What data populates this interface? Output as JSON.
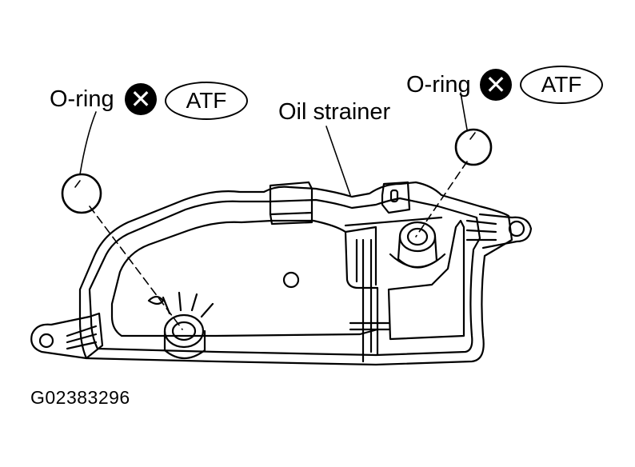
{
  "labels": {
    "oring_left": "O-ring",
    "oring_right": "O-ring",
    "atf_left": "ATF",
    "atf_right": "ATF",
    "strainer": "Oil strainer",
    "figure_code": "G02383296"
  },
  "icons": {
    "do_not_reuse": "x-circle-icon"
  },
  "colors": {
    "line": "#000000",
    "background": "#ffffff"
  }
}
